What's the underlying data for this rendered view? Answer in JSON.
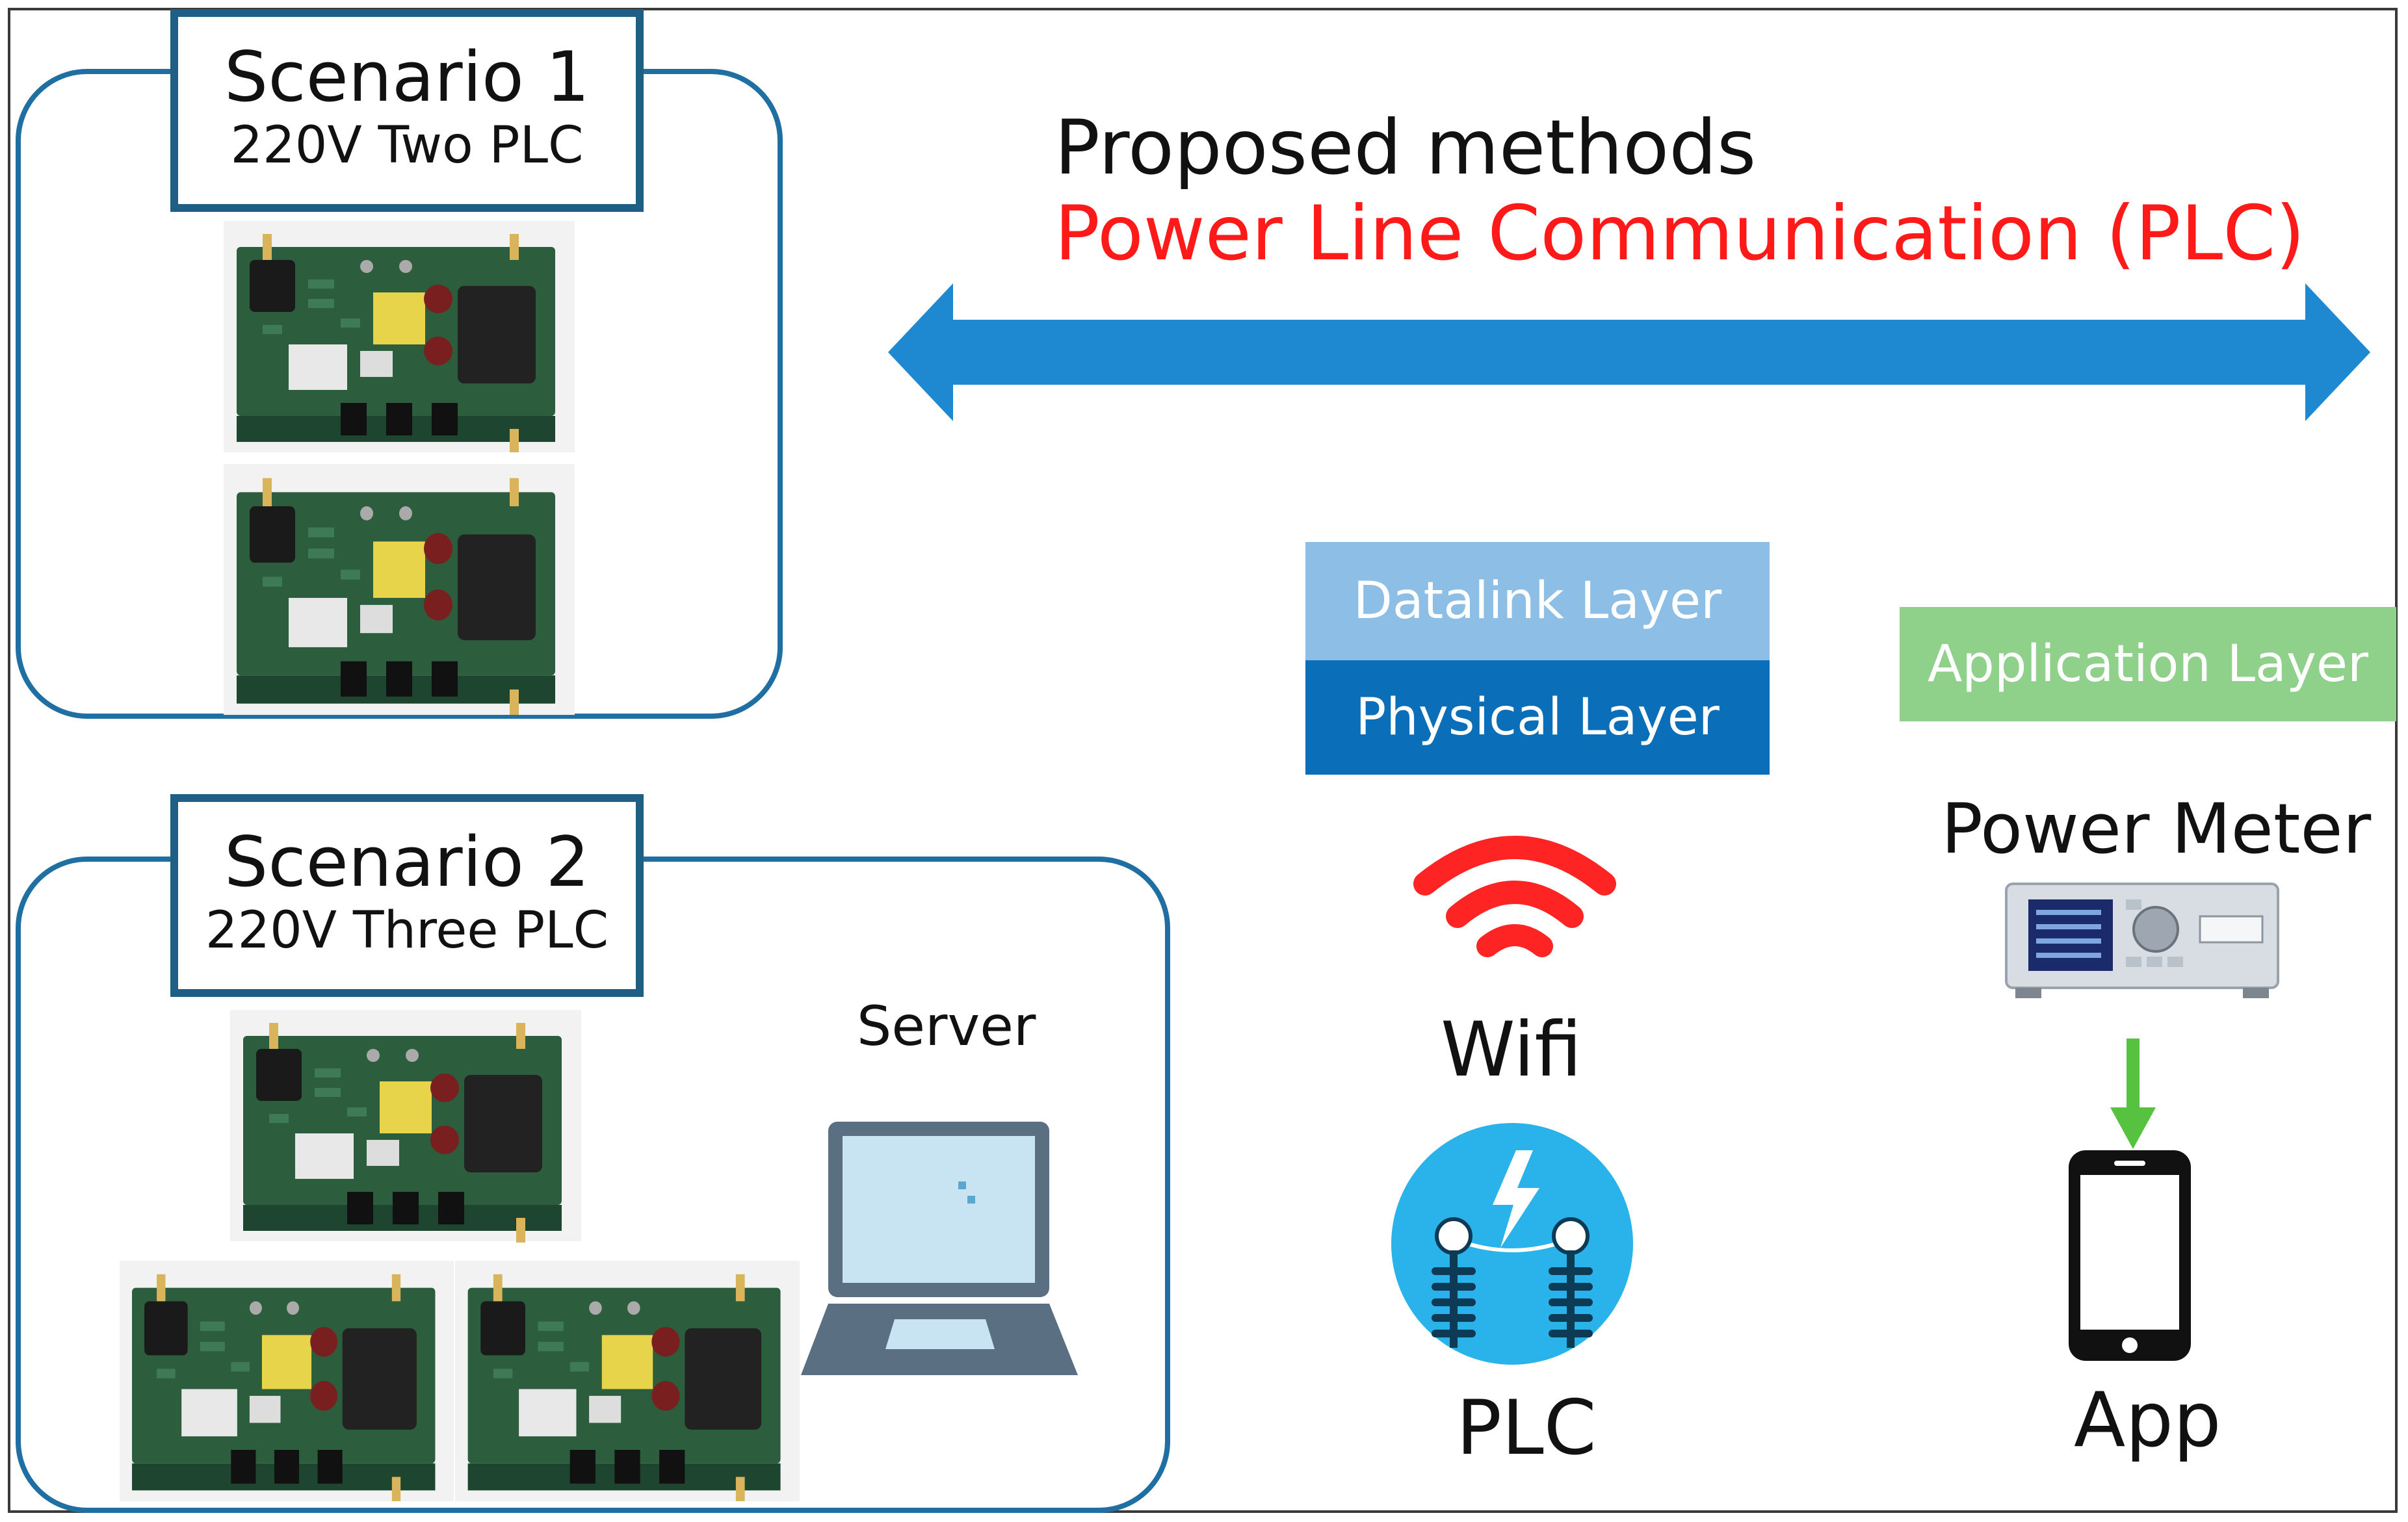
{
  "scenario1": {
    "title": "Scenario 1",
    "subtitle": "220V Two PLC"
  },
  "scenario2": {
    "title": "Scenario 2",
    "subtitle": "220V Three PLC",
    "server_label": "Server"
  },
  "proposed": {
    "heading": "Proposed methods",
    "method": "Power Line Communication (PLC)"
  },
  "layers": {
    "datalink": "Datalink Layer",
    "physical": "Physical Layer",
    "application": "Application Layer"
  },
  "tech": {
    "wifi": "Wifi",
    "plc": "PLC"
  },
  "devices": {
    "power_meter": "Power Meter",
    "app": "App"
  },
  "icons": [
    "plc-board-image",
    "laptop-server-icon",
    "double-arrow-icon",
    "wifi-icon",
    "plc-icon",
    "power-meter-image",
    "down-arrow-icon",
    "smartphone-icon"
  ],
  "colors": {
    "scenario_border": "#1f6fa3",
    "arrow": "#1e88d0",
    "datalink": "#8cbee6",
    "physical": "#0a6fb8",
    "application": "#8fd08b",
    "highlight_text": "#ff1a1a",
    "wifi": "#ff2424",
    "plc_circle": "#2ab3ea",
    "green_arrow": "#56c240"
  }
}
